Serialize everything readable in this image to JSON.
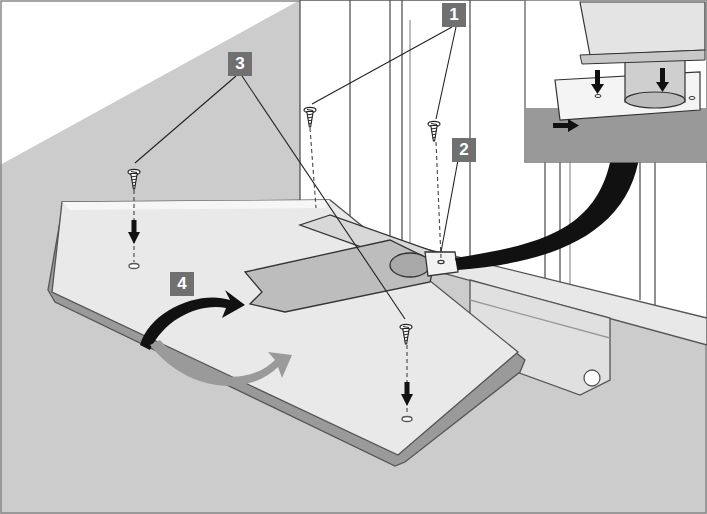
{
  "diagram": {
    "labels": [
      "1",
      "3",
      "2",
      "4"
    ]
  }
}
